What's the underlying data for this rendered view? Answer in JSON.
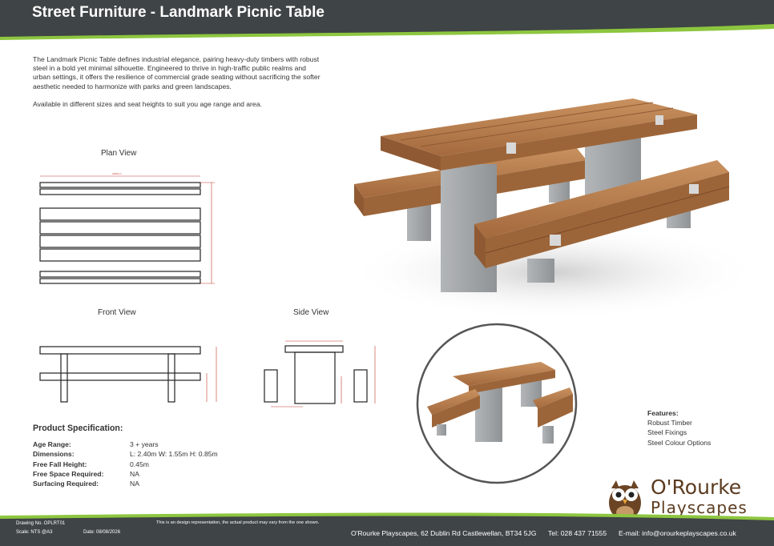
{
  "header": {
    "title": "Street Furniture - Landmark Picnic Table",
    "bg_color": "#3f4446",
    "accent_color": "#8dc63f"
  },
  "intro": {
    "paragraph1": "The Landmark Picnic Table defines industrial elegance, pairing heavy-duty timbers with robust steel in a bold yet minimal silhouette. Engineered to thrive in high-traffic public realms and urban settings, it offers the resilience of commercial grade seating without sacrificing the softer aesthetic needed to harmonize with parks and green landscapes.",
    "paragraph2": "Available in different sizes and seat heights to suit you age range and area."
  },
  "views": {
    "plan": "Plan View",
    "front": "Front  View",
    "side": "Side View"
  },
  "spec": {
    "heading": "Product Specification:",
    "rows": [
      {
        "label": "Age Range:",
        "value": "3 + years"
      },
      {
        "label": "Dimensions:",
        "value": "L: 2.40m  W: 1.55m  H: 0.85m"
      },
      {
        "label": "Free Fall Height:",
        "value": "0.45m"
      },
      {
        "label": "Free Space Required:",
        "value": "NA"
      },
      {
        "label": "Surfacing Required:",
        "value": "NA"
      }
    ]
  },
  "features": {
    "heading": "Features:",
    "items": [
      "Robust Timber",
      "Steel Fixings",
      "Steel Colour Options"
    ]
  },
  "logo": {
    "line1": "O'Rourke",
    "line2": "Playscapes",
    "icon": "owl-icon",
    "color": "#5b3b1f"
  },
  "footer": {
    "drawing_no": "Drawing No. OPLRT01",
    "scale": "Scale: NTS @A3",
    "date": "Date: 08/08/2026",
    "disclaimer": "This is an design representation, the actual product may vary from the one shown.",
    "address": "O'Rourke Playscapes, 62 Dublin Rd Castlewellan, BT34 5JG",
    "tel": "Tel: 028 437 71555",
    "email": "E-mail: info@orourkeplayscapes.co.uk",
    "bg_color": "#3f4446",
    "accent_color": "#8dc63f"
  },
  "colors": {
    "timber": "#b57a4c",
    "steel": "#9a9ea1",
    "dimension_line": "#c0392b"
  }
}
